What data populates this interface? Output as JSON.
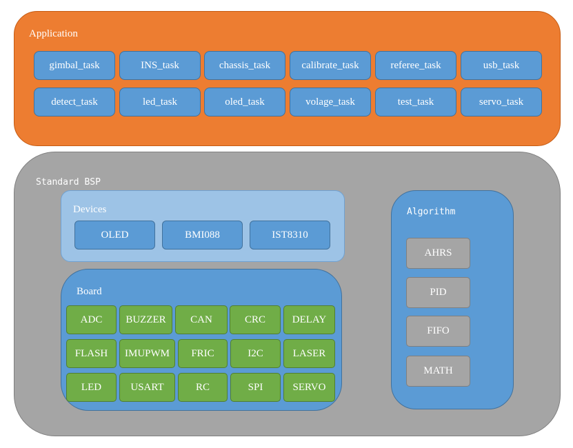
{
  "application": {
    "title": "Application",
    "tasks_row1": [
      "gimbal_task",
      "INS_task",
      "chassis_task",
      "calibrate_task",
      "referee_task",
      "usb_task"
    ],
    "tasks_row2": [
      "detect_task",
      "led_task",
      "oled_task",
      "volage_task",
      "test_task",
      "servo_task"
    ]
  },
  "bsp": {
    "title": "Standard BSP",
    "devices": {
      "title": "Devices",
      "items": [
        "OLED",
        "BMI088",
        "IST8310"
      ]
    },
    "board": {
      "title": "Board",
      "row1": [
        "ADC",
        "BUZZER",
        "CAN",
        "CRC",
        "DELAY"
      ],
      "row2": [
        "FLASH",
        "IMUPWM",
        "FRIC",
        "I2C",
        "LASER"
      ],
      "row3": [
        "LED",
        "USART",
        "RC",
        "SPI",
        "SERVO"
      ]
    },
    "algorithm": {
      "title": "Algorithm",
      "items": [
        "AHRS",
        "PID",
        "FIFO",
        "MATH"
      ]
    }
  },
  "colors": {
    "application_fill": "#ED7D31",
    "bsp_fill": "#A5A5A5",
    "task_fill": "#5B9BD5",
    "devices_fill": "#9DC3E6",
    "board_item_fill": "#70AD47"
  }
}
